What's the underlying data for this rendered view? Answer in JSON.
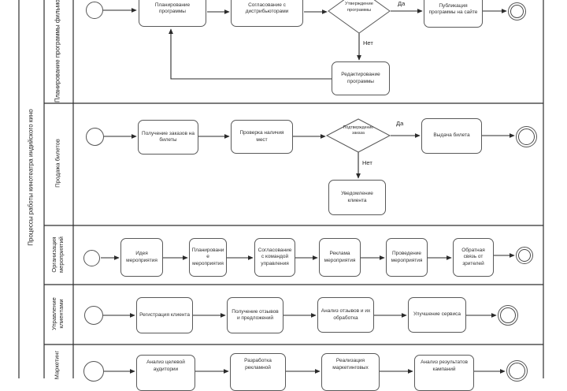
{
  "pool": {
    "title": "Процессы работы кинотеатра индийского кино"
  },
  "lanes": [
    {
      "label": "Планирование программы фильмов",
      "tasks": [
        "Планирование программы",
        "Согласование с дистрибьюторами",
        "Публикация программы на сайте",
        "Редактирование программы"
      ],
      "gateway": "Утверждение программы",
      "yes": "Да",
      "no": "Нет"
    },
    {
      "label": "Продажа билетов",
      "tasks": [
        "Получение заказов на билеты",
        "Проверка наличия мест",
        "Выдача билета",
        "Уведомление клиента"
      ],
      "gateway": "Подтверждение заказа",
      "yes": "Да",
      "no": "Нет"
    },
    {
      "label": "Организация мероприятий",
      "tasks": [
        "Идея мероприятия",
        "Планировани е мероприятия",
        "Согласование с командой управления",
        "Реклама мероприятия",
        "Проведение мероприятия",
        "Обратная связь от зрителей"
      ]
    },
    {
      "label": "Управление клиентами",
      "tasks": [
        "Регистрация клиента",
        "Получение отзывов и предложений",
        "Анализ отзывов и их обработка",
        "Улучшение сервиса"
      ]
    },
    {
      "label": "Маркетинг",
      "tasks": [
        "Анализ целевой аудитории",
        "Разработка рекламной",
        "Реализация маркетинговых",
        "Анализ результатов кампаний"
      ]
    }
  ],
  "colors": {
    "shape_border": "#595959",
    "flow_line": "#2b2b2b",
    "pool_line": "#2e2e2e"
  }
}
